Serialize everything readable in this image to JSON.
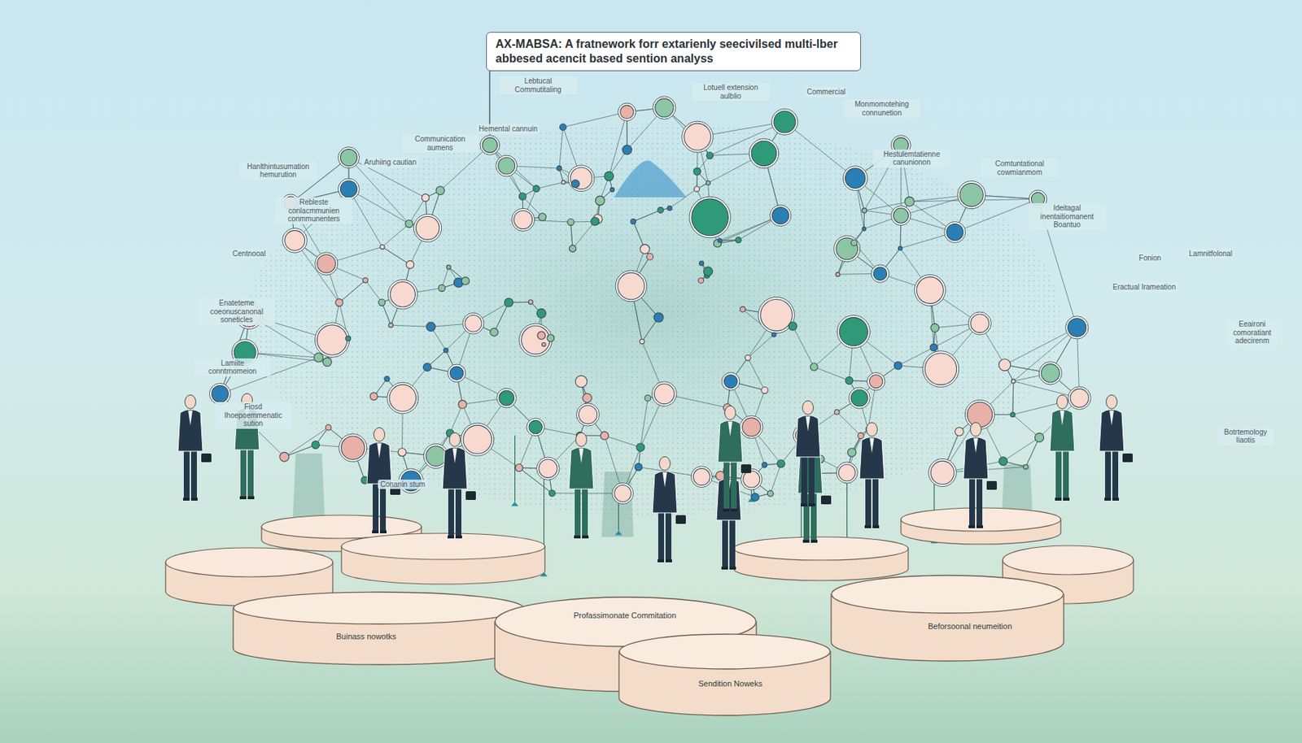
{
  "diagram": {
    "title": "AX-MABSA: A fratnework forr extarienly seecivilsed multi-lber abbesed acencit based sention analyss",
    "nodes": [
      {
        "text": [
          "Buinass nowotks"
        ]
      },
      {
        "text": [
          "Profassimonate Commitation"
        ]
      },
      {
        "text": [
          "Beforsoonal neumeition"
        ]
      },
      {
        "text": [
          "Sendition Noweks"
        ]
      }
    ],
    "labels": [
      "Lebtucal Commutitaling",
      "Hemental cannuin",
      "Communication aumens",
      "Lotuell extension aulblio",
      "Commercial",
      "Monmomotehing connunetion",
      "Hanlthintusumation hemurution",
      "Aruhiing cautian",
      "Hestulemtatienne canunionon",
      "Comtuntational cowmianmom",
      "Rebleste conlacmmunien conmmunenters",
      "Ideitagal inentaitiomanent Boantuo",
      "Centnooal",
      "Lamnitfolonal",
      "Fonion",
      "Eractual Irameation",
      "Enateteme coeonuscanonal soneticles",
      "Eeaironi comoratiant adecirenm",
      "Lamiite conntrnomeion",
      "Fiosd Ihoepoemmenatic sution",
      "Botrtemology Iiaotis",
      "Conanin stum"
    ]
  }
}
